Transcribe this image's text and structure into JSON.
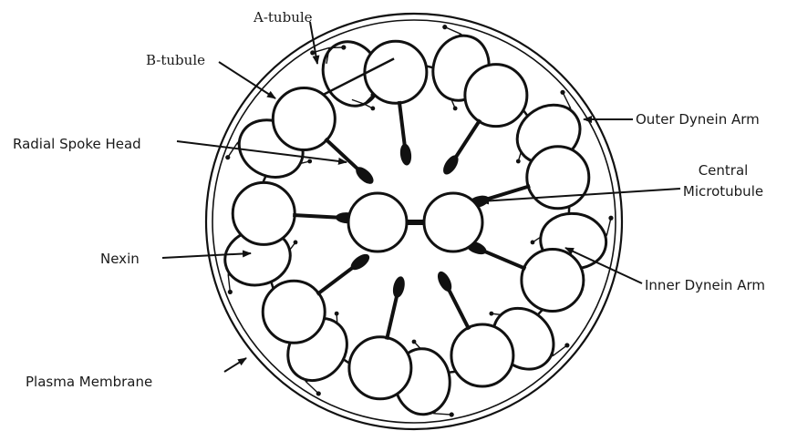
{
  "labels": {
    "a_tubule": "A-tubule",
    "b_tubule": "B-tubule",
    "outer_dynein_arm": "Outer Dynein Arm",
    "radial_spoke_head": "Radial Spoke Head",
    "central_microtubule_line1": "Central",
    "central_microtubule_line2": "Microtubule",
    "nexin": "Nexin",
    "inner_dynein_arm": "Inner Dynein Arm",
    "plasma_membrane": "Plasma Membrane"
  },
  "structure": {
    "outer_doublet_count": 9,
    "central_microtubule_count": 2
  },
  "colors": {
    "ink": "#111111",
    "fill": "#ffffff"
  }
}
